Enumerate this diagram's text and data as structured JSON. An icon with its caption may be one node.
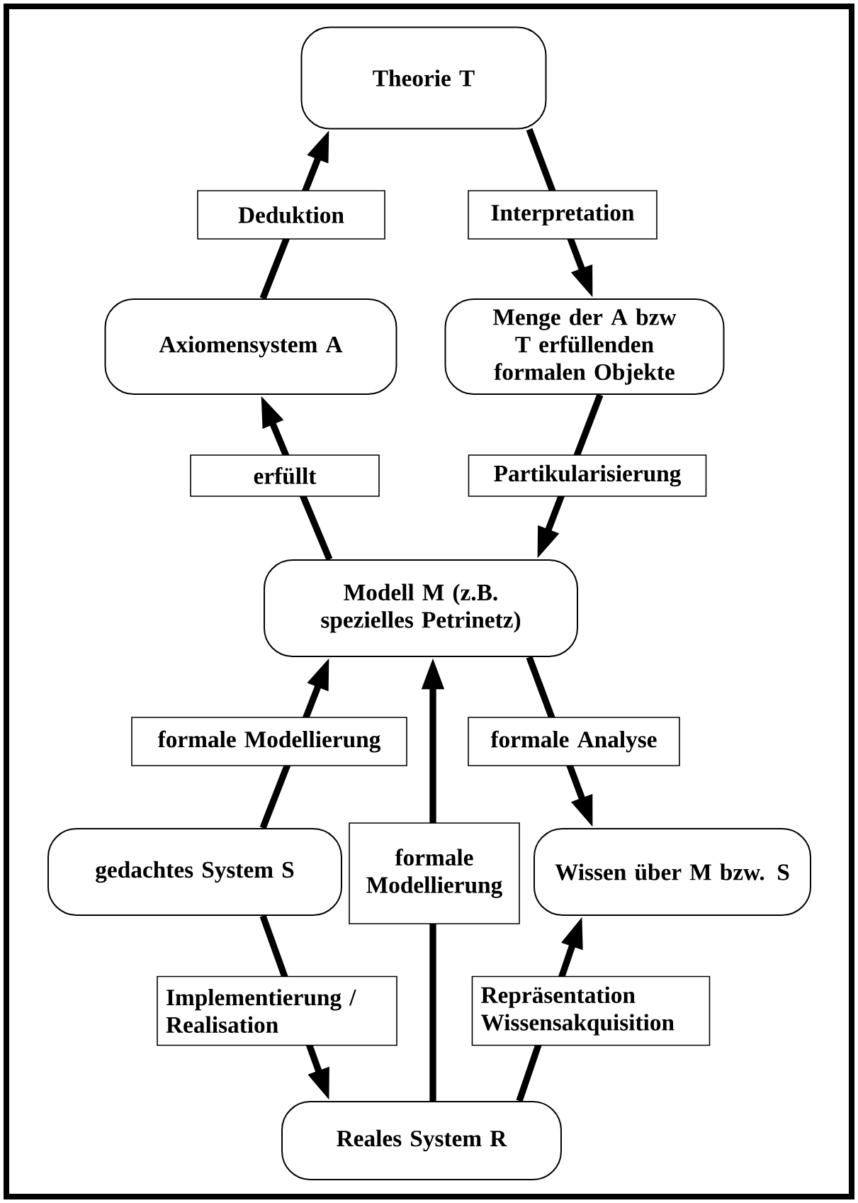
{
  "diagram": {
    "nodes": [
      {
        "text": [
          "Theorie T"
        ]
      },
      {
        "text": [
          "Axiomensystem A"
        ]
      },
      {
        "text": [
          "Menge der A bzw T erfüllenden formalen Objekte"
        ]
      },
      {
        "text": [
          "Modell M (z.B. spezielles Petrinetz)"
        ]
      },
      {
        "text": [
          "gedachtes System S"
        ]
      },
      {
        "text": [
          "Wissen über M bzw. S"
        ]
      },
      {
        "text": [
          "Reales System R"
        ]
      }
    ],
    "edges": [
      {
        "from": 1,
        "to": 0,
        "arrow": "to",
        "label": "Deduktion"
      },
      {
        "from": 0,
        "to": 2,
        "arrow": "to",
        "label": "Interpretation"
      },
      {
        "from": 3,
        "to": 1,
        "arrow": "to",
        "label": "erfüllt"
      },
      {
        "from": 2,
        "to": 3,
        "arrow": "to",
        "label": "Partikularisierung"
      },
      {
        "from": 4,
        "to": 3,
        "arrow": "to",
        "label": "formale Modellierung"
      },
      {
        "from": 3,
        "to": 5,
        "arrow": "to",
        "label": "formale Analyse"
      },
      {
        "from": 6,
        "to": 3,
        "arrow": "to",
        "label": "formale Modellierung"
      },
      {
        "from": 4,
        "to": 6,
        "arrow": "to",
        "label": "Implementierung / Realisation"
      },
      {
        "from": 6,
        "to": 5,
        "arrow": "to",
        "label": "Repräsentation Wissensakquisition"
      }
    ]
  }
}
